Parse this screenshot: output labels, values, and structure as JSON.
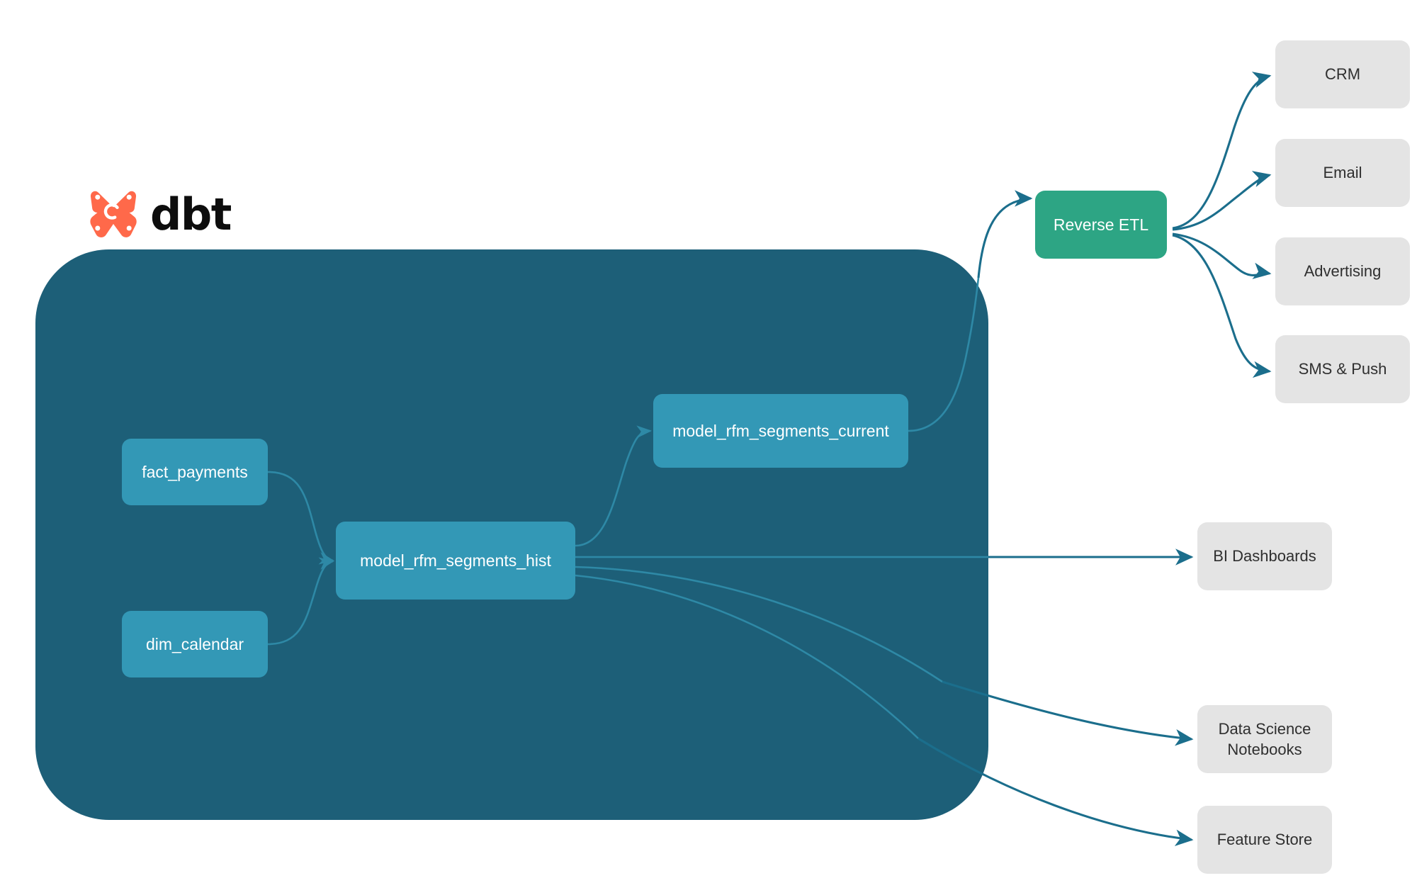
{
  "brand": {
    "logo_icon": "dbt-logo-icon",
    "wordmark": "dbt",
    "logo_color": "#FF694A"
  },
  "warehouse": {
    "name": "dbt-project-container",
    "color": "#1D5F78"
  },
  "colors": {
    "model_node": "#3398B6",
    "reverse_etl_node": "#2DA584",
    "destination_node": "#E4E4E4",
    "edge_outer": "#1B6E8C",
    "edge_inner": "#2E89A6",
    "text_light": "#FFFFFF",
    "text_dark": "#2F2F2F",
    "background": "#FFFFFF"
  },
  "models": [
    {
      "id": "fact_payments",
      "label": "fact_payments"
    },
    {
      "id": "dim_calendar",
      "label": "dim_calendar"
    },
    {
      "id": "model_rfm_segments_hist",
      "label": "model_rfm_segments_hist"
    },
    {
      "id": "model_rfm_segments_current",
      "label": "model_rfm_segments_current"
    }
  ],
  "reverse_etl": {
    "label": "Reverse ETL"
  },
  "destinations": [
    {
      "id": "crm",
      "label": "CRM"
    },
    {
      "id": "email",
      "label": "Email"
    },
    {
      "id": "advertising",
      "label": "Advertising"
    },
    {
      "id": "sms_push",
      "label": "SMS & Push"
    },
    {
      "id": "bi_dashboards",
      "label": "BI Dashboards"
    },
    {
      "id": "data_science_notebooks",
      "label": "Data Science\nNotebooks"
    },
    {
      "id": "feature_store",
      "label": "Feature Store"
    }
  ],
  "edges": [
    {
      "from": "fact_payments",
      "to": "model_rfm_segments_hist"
    },
    {
      "from": "dim_calendar",
      "to": "model_rfm_segments_hist"
    },
    {
      "from": "model_rfm_segments_hist",
      "to": "model_rfm_segments_current"
    },
    {
      "from": "model_rfm_segments_current",
      "to": "reverse_etl"
    },
    {
      "from": "reverse_etl",
      "to": "crm"
    },
    {
      "from": "reverse_etl",
      "to": "email"
    },
    {
      "from": "reverse_etl",
      "to": "advertising"
    },
    {
      "from": "reverse_etl",
      "to": "sms_push"
    },
    {
      "from": "model_rfm_segments_hist",
      "to": "bi_dashboards"
    },
    {
      "from": "model_rfm_segments_hist",
      "to": "data_science_notebooks"
    },
    {
      "from": "model_rfm_segments_hist",
      "to": "feature_store"
    }
  ]
}
